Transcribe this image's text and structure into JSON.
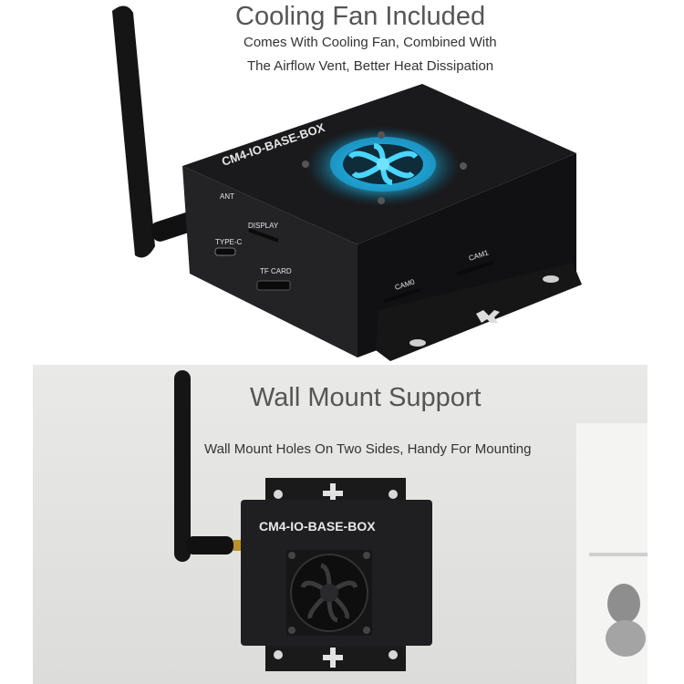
{
  "top": {
    "title": "Cooling Fan Included",
    "subtitle_line1": "Comes With Cooling Fan, Combined With",
    "subtitle_line2": "The Airflow Vent, Better Heat Dissipation"
  },
  "bottom": {
    "title": "Wall Mount Support",
    "subtitle": "Wall Mount Holes On Two Sides, Handy For Mounting"
  },
  "device_top": {
    "brand_label": "CM4-IO-BASE-BOX",
    "ports": {
      "ant": "ANT",
      "display": "DISPLAY",
      "type_c": "TYPE-C",
      "tf_card": "TF CARD",
      "cam0": "CAM0",
      "cam1": "CAM1"
    }
  },
  "device_bottom": {
    "brand_label": "CM4-IO-BASE-BOX"
  },
  "colors": {
    "case": "#1c1c1e",
    "fan_glow": "#27c3f0",
    "text_title": "#555555",
    "background_bottom": "#e2e2e0"
  }
}
